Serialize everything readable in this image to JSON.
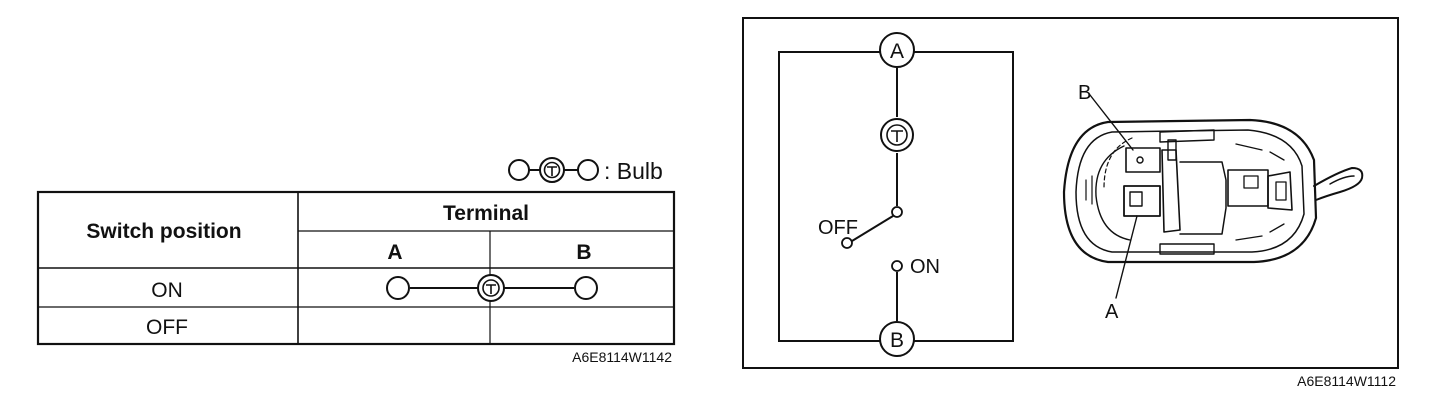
{
  "legend": {
    "label": ": Bulb"
  },
  "table": {
    "col_header": "Switch position",
    "group_header": "Terminal",
    "terminals": [
      "A",
      "B"
    ],
    "rows": [
      "ON",
      "OFF"
    ]
  },
  "left_code": "A6E8114W1142",
  "schematic": {
    "terminal_top": "A",
    "terminal_bottom": "B",
    "off_label": "OFF",
    "on_label": "ON"
  },
  "photo": {
    "callout_b": "B",
    "callout_a": "A"
  },
  "right_code": "A6E8114W1112"
}
